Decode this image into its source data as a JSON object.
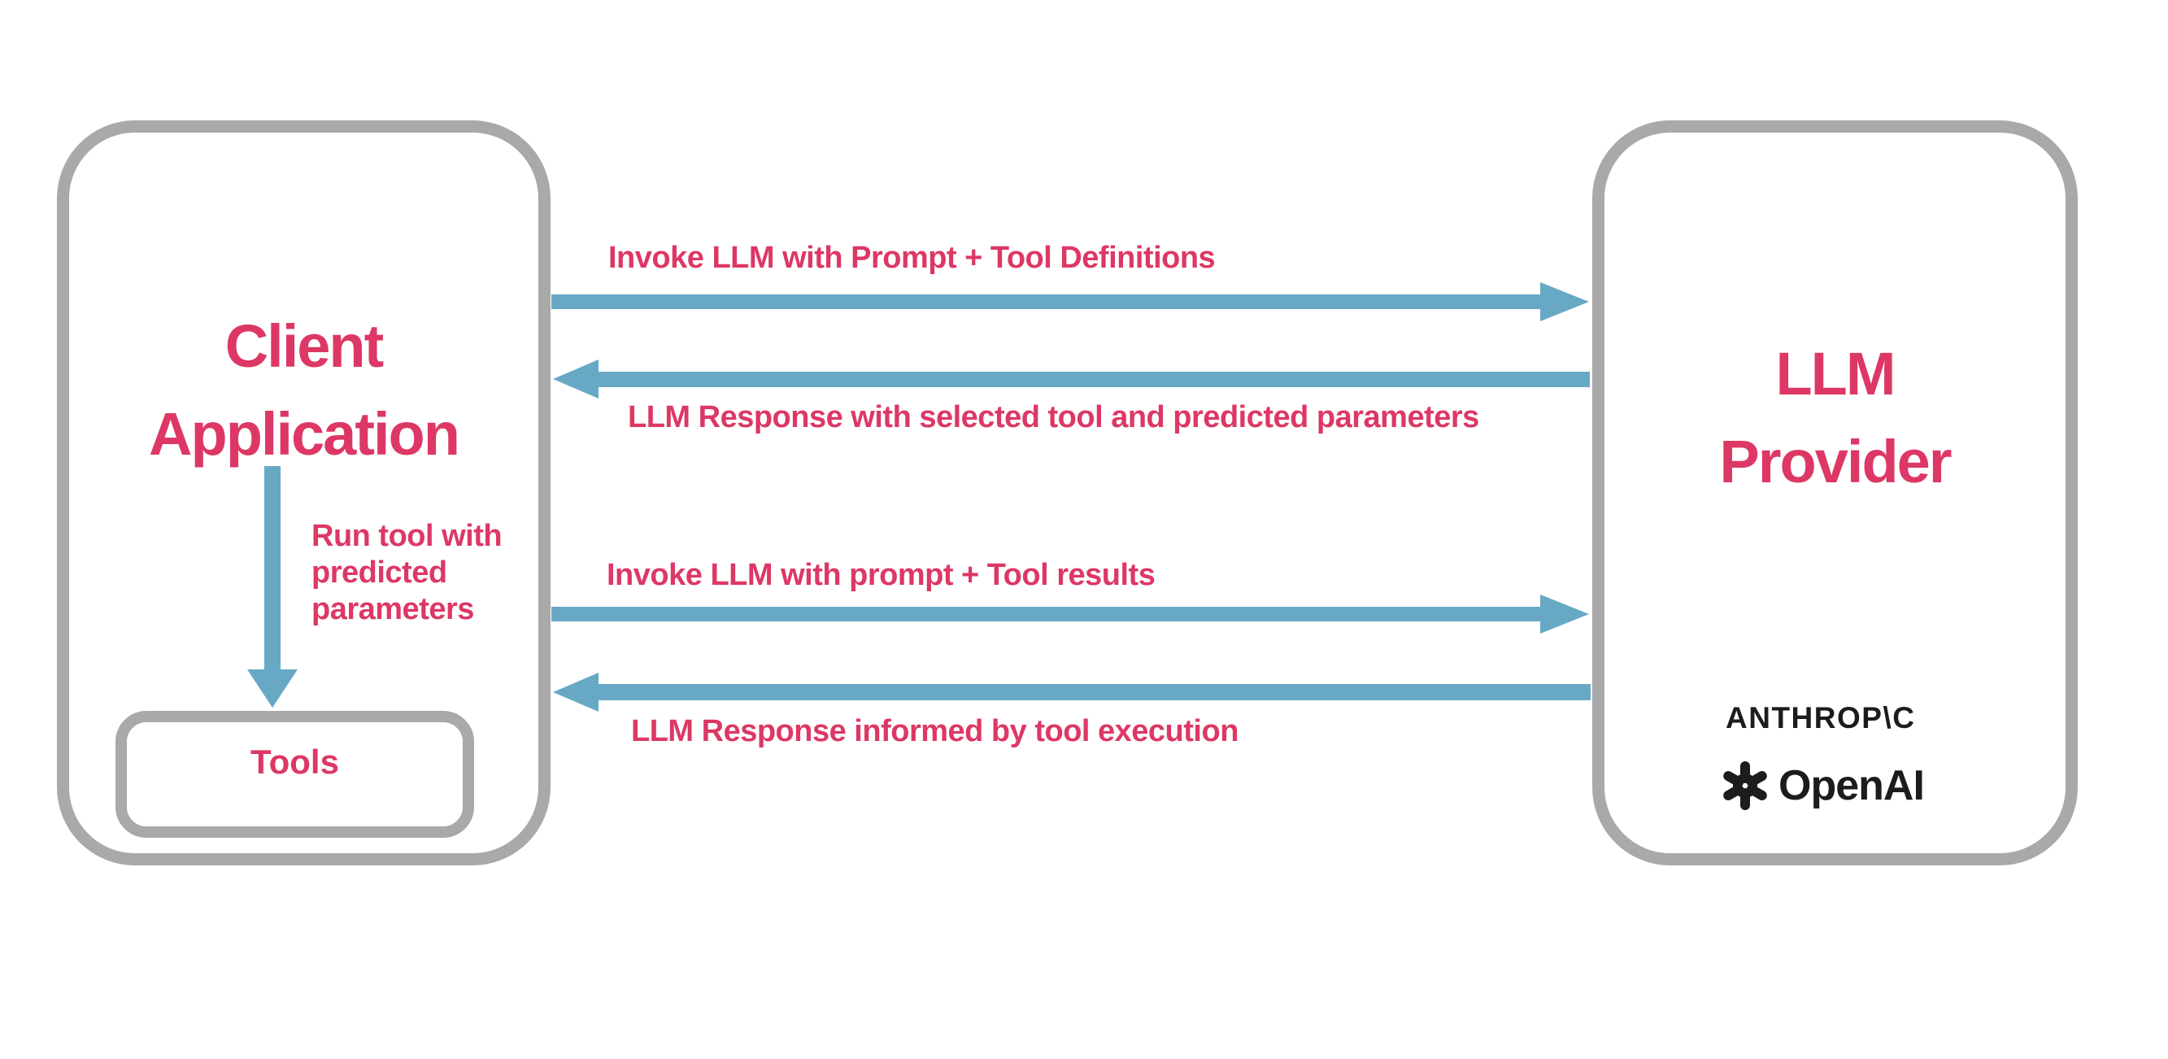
{
  "colors": {
    "accent-pink": "#DD3865",
    "arrow-blue": "#67A9C5",
    "box-gray": "#A9A9A9",
    "logo-dark": "#1E1C1A",
    "bg": "#FFFFFF"
  },
  "client_box": {
    "title_lines": [
      "Client",
      "Application"
    ],
    "tools_label": "Tools"
  },
  "provider_box": {
    "title_lines": [
      "LLM",
      "Provider"
    ],
    "logos": {
      "anthropic": "ANTHROP\\C",
      "openai": "OpenAI"
    }
  },
  "flows": [
    {
      "direction": "left-to-right",
      "label": "Invoke LLM with Prompt + Tool Definitions"
    },
    {
      "direction": "right-to-left",
      "label": "LLM Response with selected tool and predicted parameters"
    },
    {
      "direction": "left-to-right",
      "label": "Invoke LLM with prompt + Tool results"
    },
    {
      "direction": "right-to-left",
      "label": "LLM Response informed by tool execution"
    }
  ],
  "tool_run": {
    "label_lines": [
      "Run tool with",
      "predicted",
      "parameters"
    ]
  }
}
